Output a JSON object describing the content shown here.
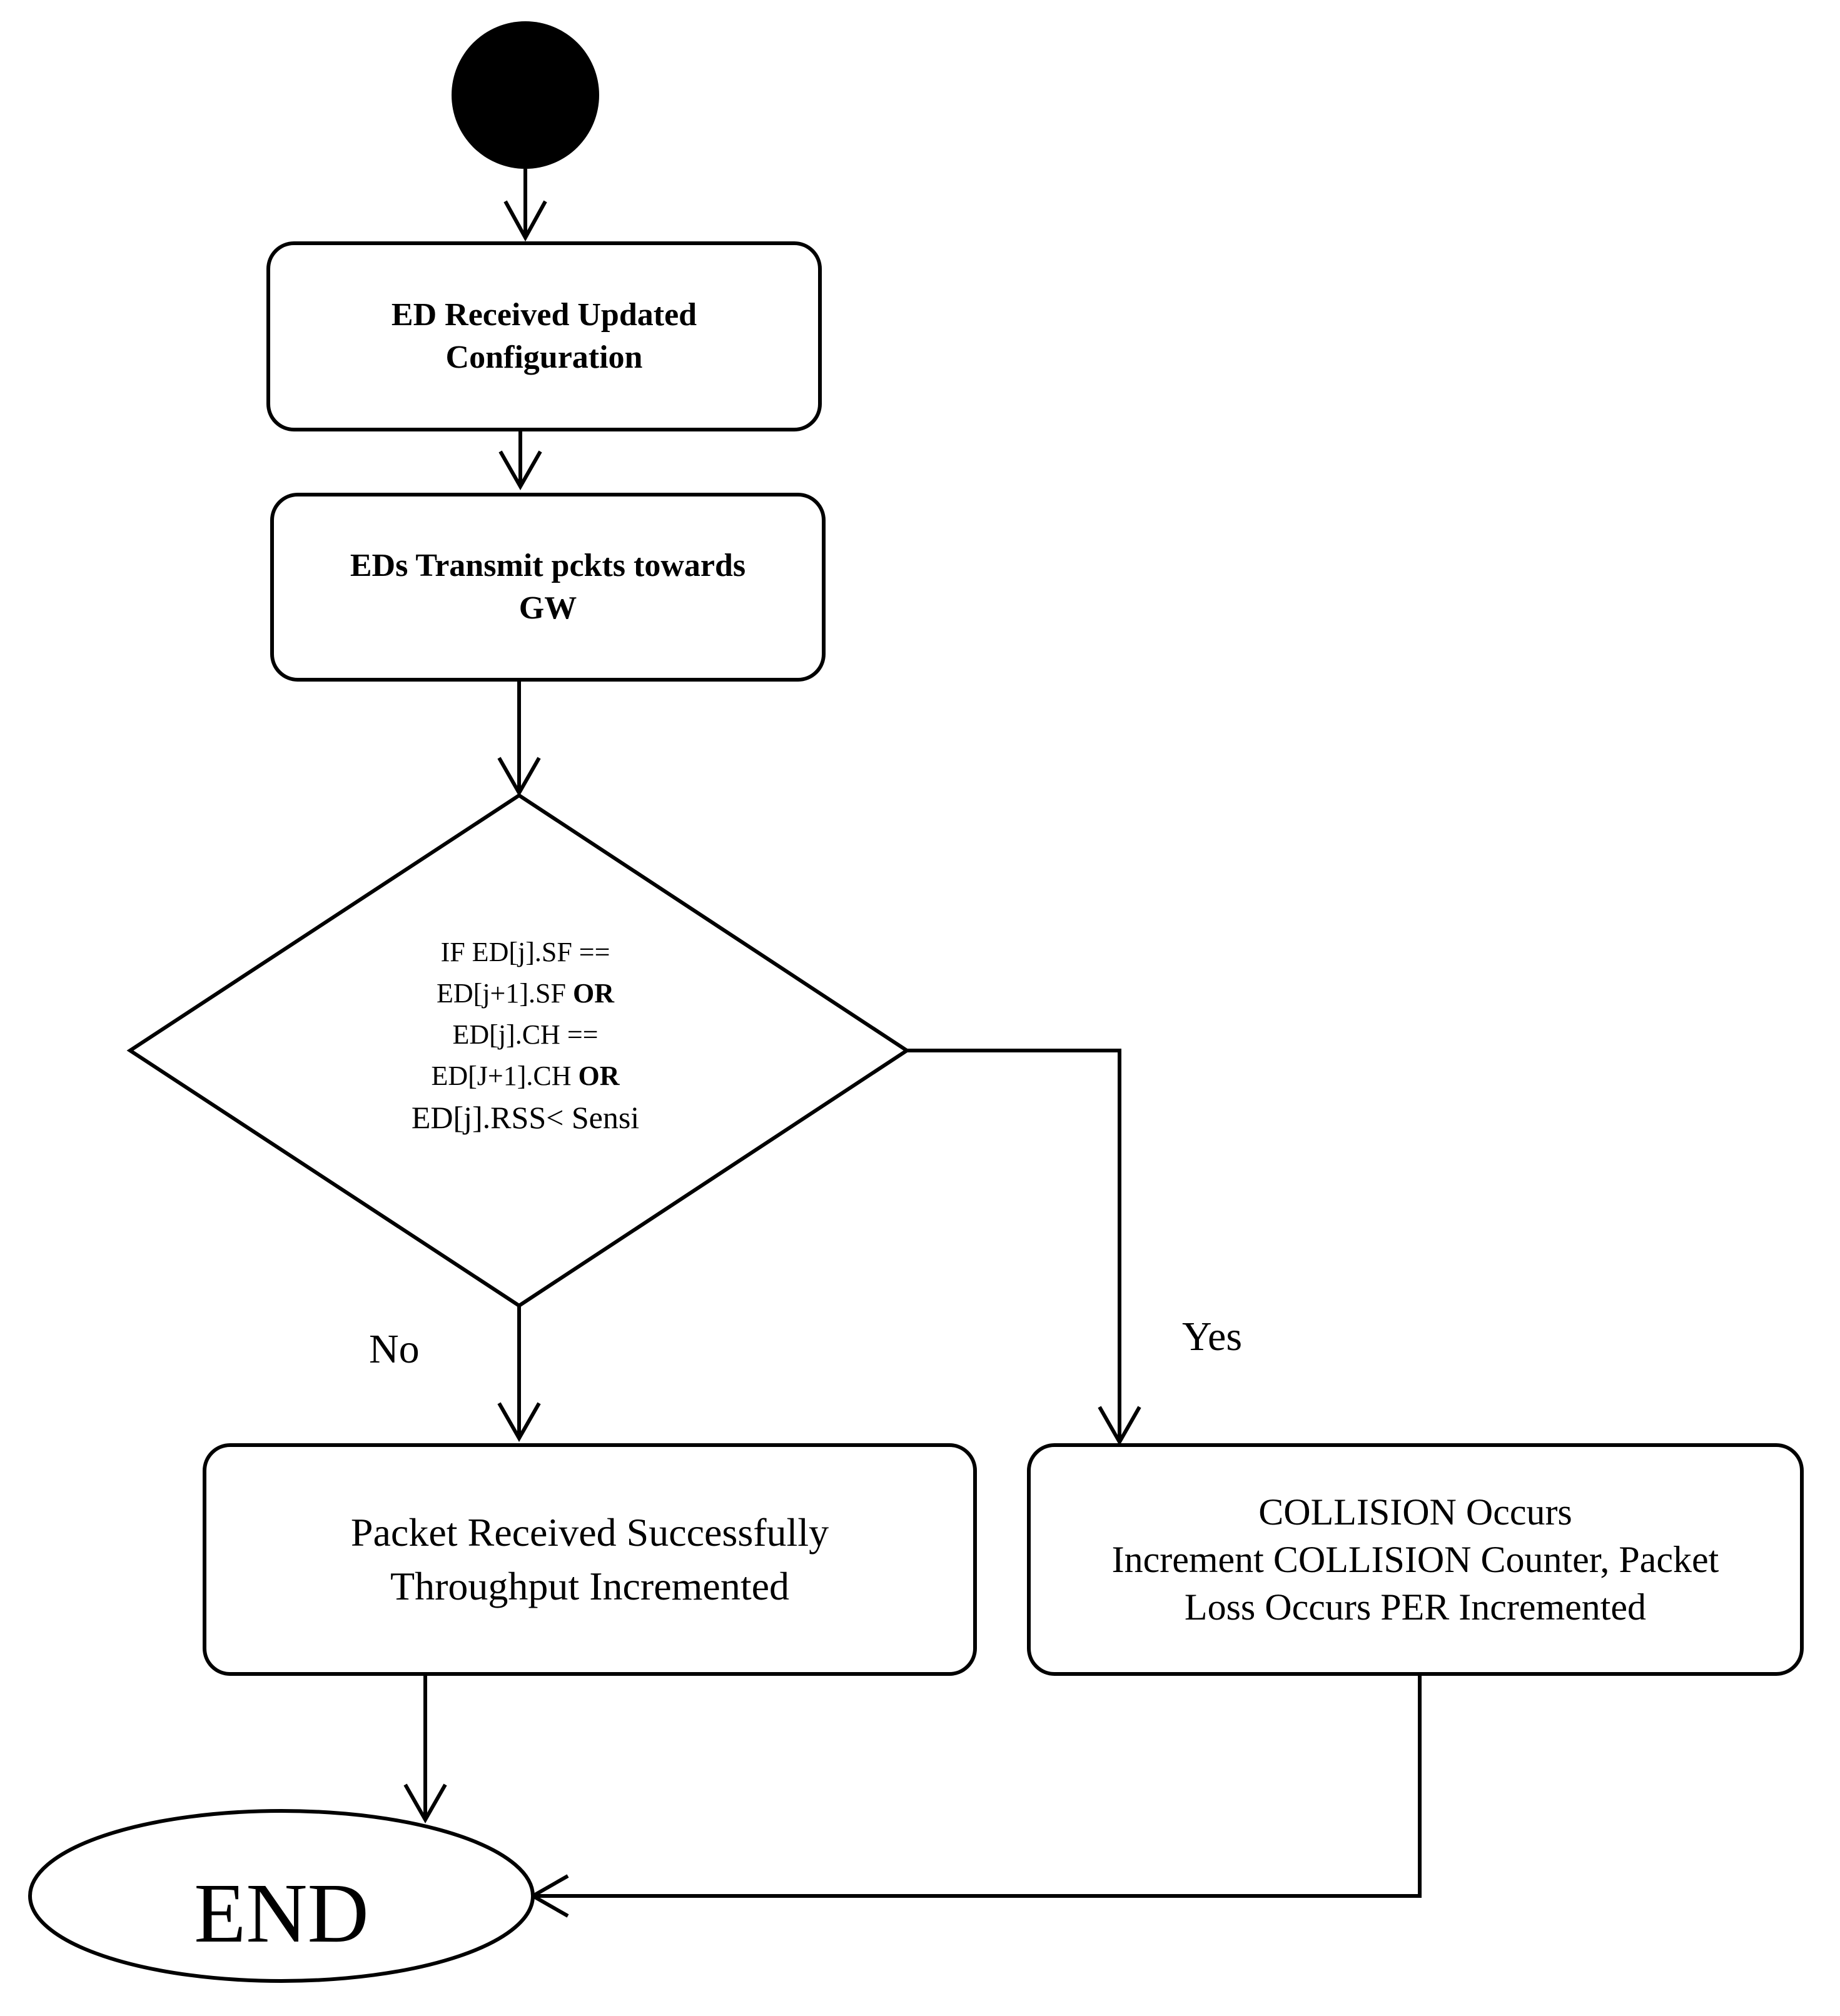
{
  "diagram": {
    "nodes": {
      "configure": {
        "lines": [
          "ED Received Updated",
          "Configuration"
        ]
      },
      "transmit": {
        "lines": [
          "EDs Transmit pckts towards",
          "GW"
        ]
      },
      "decision": {
        "lines": [
          {
            "text": "IF ED[j].SF ==",
            "bold": ""
          },
          {
            "text": "ED[j+1].SF ",
            "bold": "OR"
          },
          {
            "text": "ED[j].CH ==",
            "bold": ""
          },
          {
            "text": "ED[J+1].CH ",
            "bold": "OR"
          },
          {
            "text": "ED[j].RSS< Sensi",
            "bold": ""
          }
        ]
      },
      "success": {
        "lines": [
          "Packet Received Successfully",
          "Throughput Incremented"
        ]
      },
      "collision": {
        "lines": [
          "COLLISION Occurs",
          "Increment COLLISION Counter, Packet",
          "Loss Occurs PER Incremented"
        ]
      },
      "end": {
        "label": "END"
      }
    },
    "branches": {
      "no": "No",
      "yes": "Yes"
    }
  }
}
